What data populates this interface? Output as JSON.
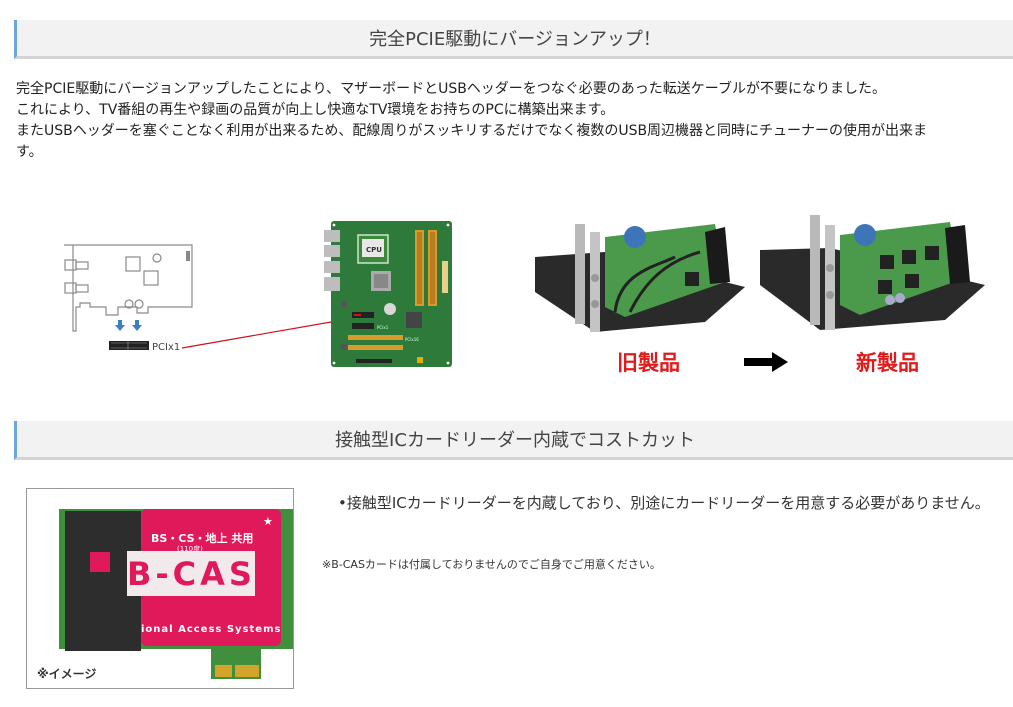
{
  "sections": [
    {
      "heading": "完全PCIE駆動にバージョンアップ！",
      "paragraph_lines": [
        "完全PCIE駆動にバージョンアップしたことにより、マザーボードとUSBヘッダーをつなぐ必要のあった転送ケーブルが不要になりました。",
        "これにより、TV番組の再生や録画の品質が向上し快適なTV環境をお持ちのPCに構築出来ます。",
        "またUSBヘッダーを塞ぐことなく利用が出来るため、配線周りがスッキリするだけでなく複数のUSB周辺機器と同時にチューナーの使用が出来ま",
        "す。"
      ],
      "diagram": {
        "slot_label": "PCIx1",
        "motherboard_labels": {
          "cpu": "CPU",
          "pcix1": "PCIx1",
          "pcix16": "PCIx16"
        }
      },
      "comparison": {
        "old_label": "旧製品",
        "new_label": "新製品",
        "arrow_icon": "right-arrow-icon"
      }
    },
    {
      "heading": "接触型ICカードリーダー内蔵でコストカット",
      "card_image": {
        "caption": "※イメージ",
        "card_top_text": "BS・CS・地上 共用",
        "card_sub_text": "(110度)",
        "card_logo": "B-CAS",
        "card_bottom_text": "ional Access Systems"
      },
      "bullet": "•接触型ICカードリーダーを内蔵しており、別途にカードリーダーを用意する必要がありません。",
      "note": "※B-CASカードは付属しておりませんのでご自身でご用意ください。"
    }
  ],
  "colors": {
    "heading_bg": "#f2f2f2",
    "heading_accent": "#6aa7de",
    "heading_underline": "#d4d4d4",
    "label_red": "#e01b1b",
    "card_pink": "#e0195a",
    "pcb_green": "#2e7a3a"
  }
}
